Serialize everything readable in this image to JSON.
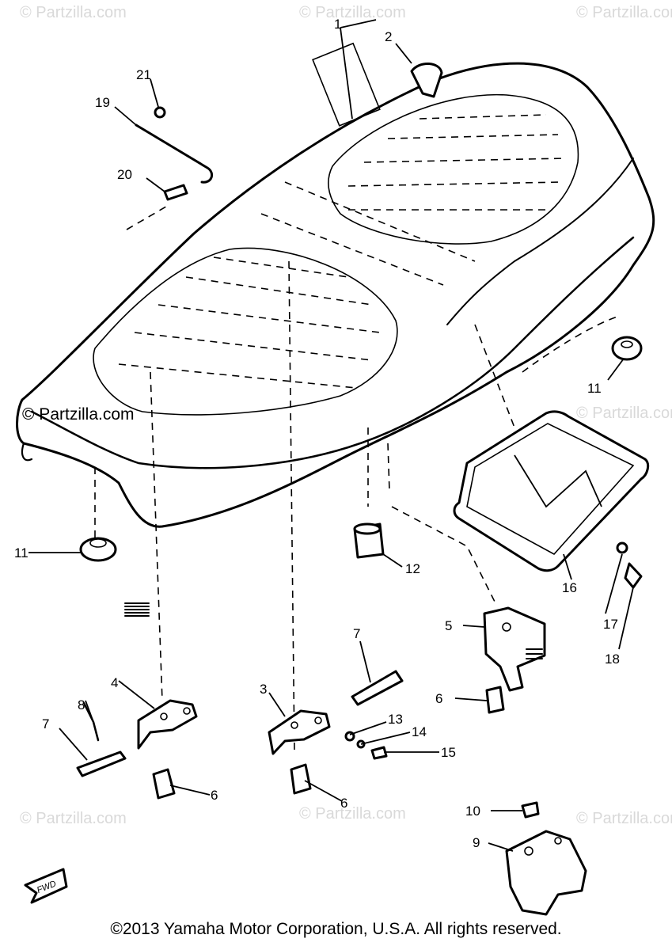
{
  "watermark": "© Partzilla.com",
  "brand_mark": "© Partzilla.com",
  "copyright": "©2013 Yamaha Motor Corporation, U.S.A. All rights reserved.",
  "fwd_label": "FWD",
  "callouts": {
    "c1": "1",
    "c2": "2",
    "c3": "3",
    "c4": "4",
    "c5": "5",
    "c6a": "6",
    "c6b": "6",
    "c6c": "6",
    "c7a": "7",
    "c7b": "7",
    "c8": "8",
    "c9": "9",
    "c10": "10",
    "c11a": "11",
    "c11b": "11",
    "c12": "12",
    "c13": "13",
    "c14": "14",
    "c15": "15",
    "c16": "16",
    "c17": "17",
    "c18": "18",
    "c19": "19",
    "c20": "20",
    "c21": "21"
  }
}
